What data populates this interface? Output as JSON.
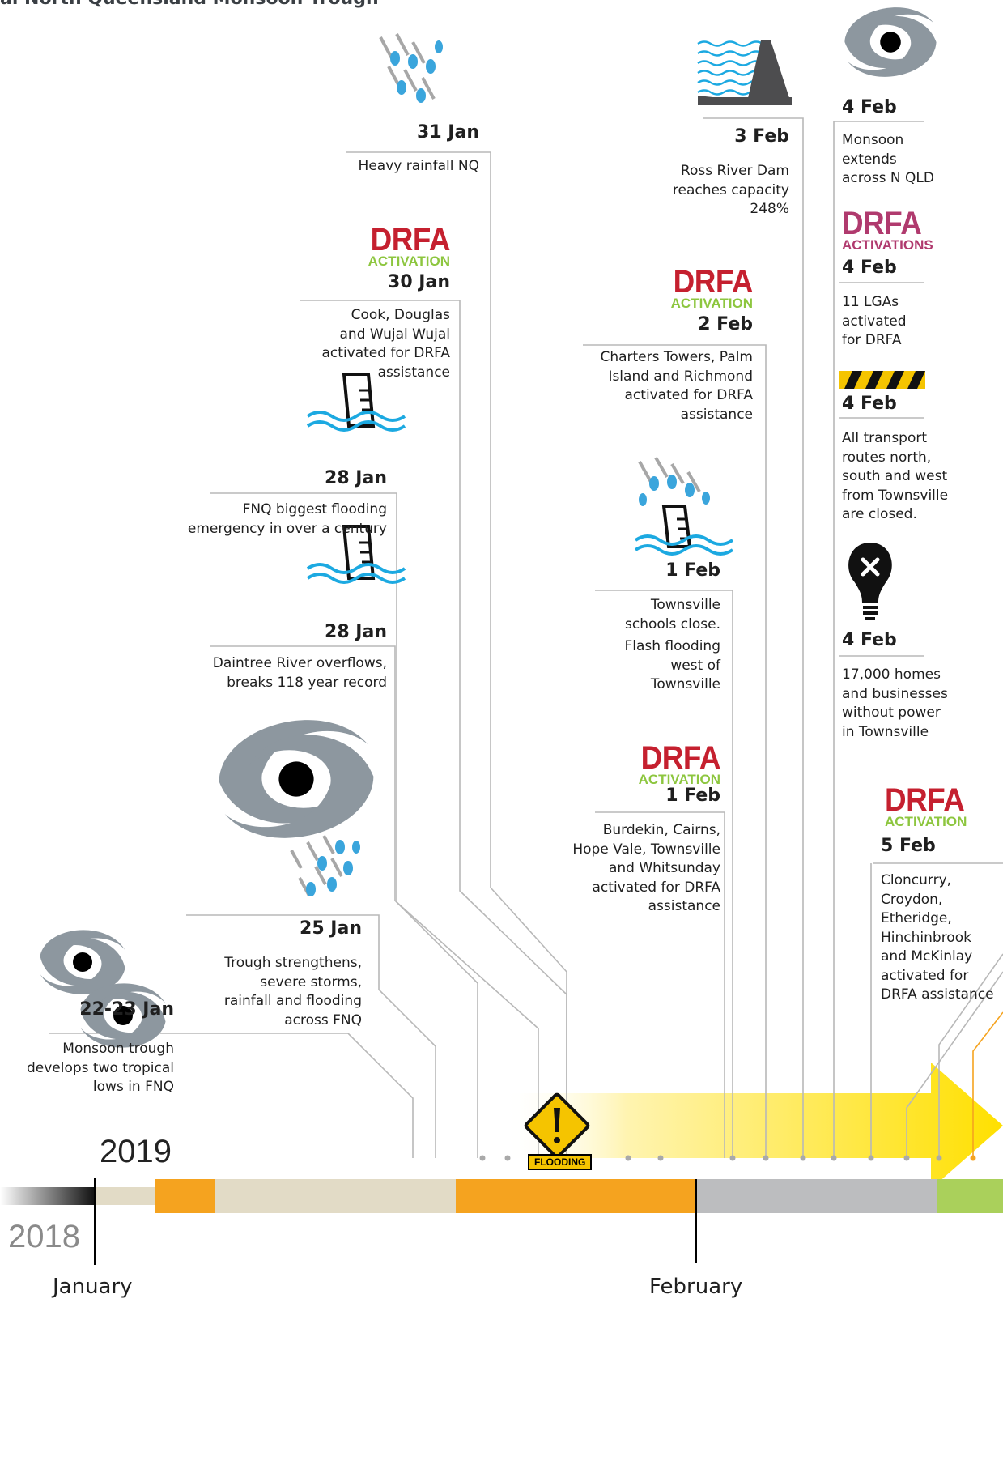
{
  "title": "al North Queensland Monsoon Trough",
  "colors": {
    "orange": "#f5a31f",
    "beige": "#e2dbc6",
    "grey": "#bcbdbf",
    "green": "#aad05b",
    "red": "#c5202f",
    "pink": "#b03a6e",
    "lime": "#8dc63f",
    "yellow": "#ffe300",
    "line": "#b8b8b8"
  },
  "years": {
    "y2019": "2019",
    "y2018": "2018"
  },
  "months": {
    "jan": "January",
    "feb": "February"
  },
  "flood_sign": {
    "label": "FLOODING"
  },
  "drfa": {
    "word": "DRFA",
    "activation": "ACTIVATION",
    "activations": "ACTIVATIONS"
  },
  "events": {
    "e2223jan": {
      "date": "22-23 Jan",
      "lines": [
        "Monsoon trough",
        "develops two tropical",
        "lows in FNQ"
      ],
      "icon": "two-tropical-low-icons"
    },
    "e25jan": {
      "date": "25 Jan",
      "lines": [
        "Trough strengthens,",
        "severe storms,",
        "rainfall and flooding",
        "across FNQ"
      ],
      "icon": "tropical-low-with-rain-icon"
    },
    "e28jan_a": {
      "date": "28 Jan",
      "lines": [
        "Daintree River overflows,",
        "breaks 118 year record"
      ],
      "icon": "flood-gauge-icon"
    },
    "e28jan_b": {
      "date": "28 Jan",
      "lines": [
        "FNQ biggest flooding",
        "emergency in over a century"
      ],
      "icon": "flood-gauge-icon"
    },
    "e30jan": {
      "date": "30 Jan",
      "lines": [
        "Cook, Douglas",
        "and Wujal Wujal",
        "activated for DRFA",
        "assistance"
      ],
      "icon": "drfa-activation-logo"
    },
    "e31jan": {
      "date": "31 Jan",
      "lines": [
        "Heavy rainfall NQ"
      ],
      "icon": "rain-icon"
    },
    "e1feb_drfa": {
      "date": "1 Feb",
      "lines": [
        "Burdekin, Cairns,",
        "Hope Vale, Townsville",
        "and Whitsunday",
        "activated for DRFA",
        "assistance"
      ],
      "icon": "drfa-activation-logo"
    },
    "e1feb_flood": {
      "date": "1 Feb",
      "lines": [
        "Townsville",
        "schools close."
      ],
      "lines2": [
        "Flash flooding",
        "west of",
        "Townsville"
      ],
      "icon": "rain-flood-icon"
    },
    "e2feb": {
      "date": "2 Feb",
      "lines": [
        "Charters Towers, Palm",
        "Island and Richmond",
        "activated for DRFA",
        "assistance"
      ],
      "icon": "drfa-activation-logo"
    },
    "e3feb": {
      "date": "3 Feb",
      "lines": [
        "Ross River Dam",
        "reaches capacity",
        "248%"
      ],
      "icon": "dam-icon"
    },
    "e4feb_a": {
      "date": "4 Feb",
      "lines": [
        "Monsoon",
        "extends",
        "across N QLD"
      ],
      "icon": "tropical-low-icon"
    },
    "e4feb_b": {
      "date": "4 Feb",
      "lines": [
        "11 LGAs",
        "activated",
        "for DRFA"
      ],
      "icon": "drfa-activations-logo"
    },
    "e4feb_c": {
      "date": "4 Feb",
      "lines": [
        "All transport",
        "routes north,",
        "south and west",
        "from Townsville",
        "are closed."
      ],
      "icon": "road-closed-barrier-icon"
    },
    "e4feb_d": {
      "date": "4 Feb",
      "lines": [
        "17,000 homes",
        "and businesses",
        "without power",
        "in Townsville"
      ],
      "icon": "power-outage-bulb-icon"
    },
    "e5feb": {
      "date": "5 Feb",
      "lines": [
        "Cloncurry,",
        "Croydon,",
        "Etheridge,",
        "Hinchinbrook",
        "and McKinlay",
        "activated for",
        "DRFA assistance"
      ],
      "icon": "drfa-activation-logo"
    }
  }
}
